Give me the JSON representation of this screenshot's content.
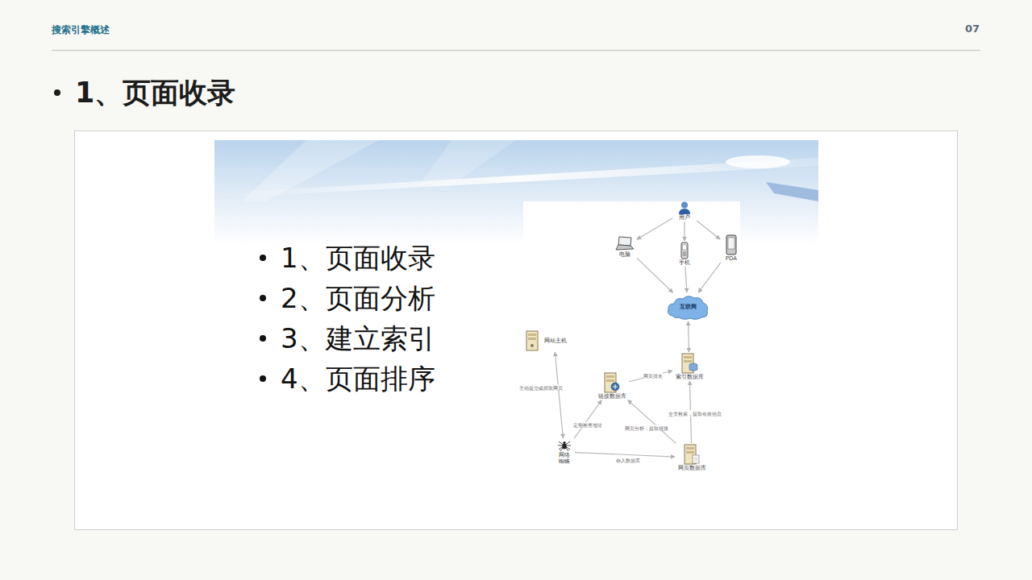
{
  "diagram": {
    "title": "1、页面收录",
    "nodes": [
      {
        "text": [
          "用户"
        ]
      },
      {
        "text": [
          "电脑"
        ]
      },
      {
        "text": [
          "手机"
        ]
      },
      {
        "text": [
          "PDA"
        ]
      },
      {
        "text": [
          "互联网"
        ]
      },
      {
        "text": [
          "网站主机"
        ]
      },
      {
        "text": [
          "索引数据库"
        ]
      },
      {
        "text": [
          "链接数据库"
        ]
      },
      {
        "text": [
          "网络蜘蛛"
        ]
      },
      {
        "text": [
          "网页数据库"
        ]
      }
    ],
    "edges": [
      {
        "from": 0,
        "to": 1,
        "arrow": "to"
      },
      {
        "from": 0,
        "to": 2,
        "arrow": "to"
      },
      {
        "from": 0,
        "to": 3,
        "arrow": "to"
      },
      {
        "from": 1,
        "to": 4,
        "arrow": "to"
      },
      {
        "from": 2,
        "to": 4,
        "arrow": "to"
      },
      {
        "from": 3,
        "to": 4,
        "arrow": "to"
      },
      {
        "from": 4,
        "to": 6,
        "arrow": "both"
      },
      {
        "from": 5,
        "to": 8,
        "arrow": "both",
        "label": "主动提交或抓取网页"
      },
      {
        "from": 7,
        "to": 6,
        "arrow": "to",
        "label": "网页排名"
      },
      {
        "from": 8,
        "to": 7,
        "arrow": "to",
        "label": "定期检查地址"
      },
      {
        "from": 9,
        "to": 7,
        "arrow": "to",
        "label": "网页分析，提取链接"
      },
      {
        "from": 9,
        "to": 6,
        "arrow": "to",
        "label": "全文检索，提取有效信息"
      },
      {
        "from": 8,
        "to": 9,
        "arrow": "to",
        "label": "存入数据库"
      }
    ],
    "labels": [
      "搜索引擎概述",
      "07",
      "1、页面收录",
      "2、页面分析",
      "3、建立索引",
      "4、页面排序"
    ]
  }
}
